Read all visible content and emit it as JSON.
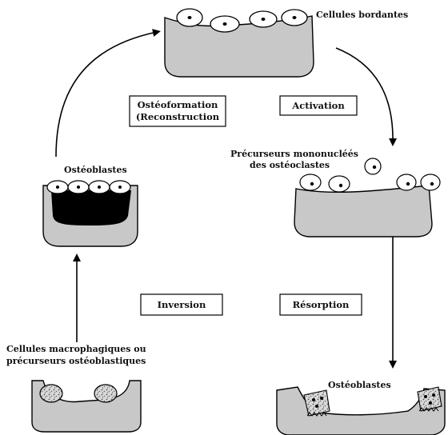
{
  "labels": {
    "cellules_bordantes": "Cellules bordantes",
    "precurseurs_line1": "Précurseurs mononucléés",
    "precurseurs_line2": "des ostéoclastes",
    "osteoblastes_left": "Ostéoblastes",
    "osteoblastes_bottom": "Ostéoblastes",
    "macrophages_line1": "Cellules macrophagiques ou",
    "macrophages_line2": "précurseurs ostéoblastiques"
  },
  "phases": {
    "osteoformation_line1": "Ostéoformation",
    "osteoformation_line2": "(Reconstruction",
    "activation": "Activation",
    "inversion": "Inversion",
    "resorption": "Résorption"
  }
}
